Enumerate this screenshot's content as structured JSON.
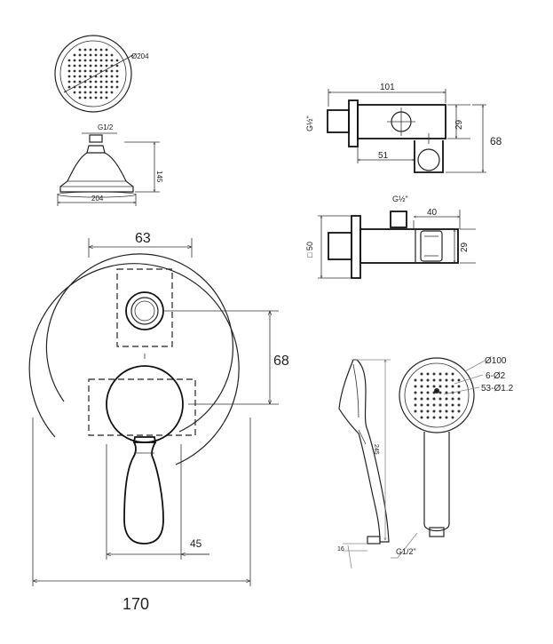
{
  "head_shower": {
    "diameter_top": "Ø204",
    "thread": "G1/2",
    "height": "145",
    "width": "204"
  },
  "wall_outlet_top": {
    "length": "101",
    "thread": "G½\"",
    "height": "29",
    "spacing": "51",
    "total_height": "68"
  },
  "wall_outlet_side": {
    "thread": "G½\"",
    "length": "40",
    "flange": "□ 50",
    "height": "29"
  },
  "mixer": {
    "width_top": "63",
    "spacing": "68",
    "handle_offset": "45",
    "plate_width": "170"
  },
  "hand_shower": {
    "diameter": "Ø100",
    "holes_a": "6-Ø2",
    "holes_b": "53-Ø1.2",
    "length": "245",
    "thread": "G1/2\"",
    "small_dim": "16"
  }
}
